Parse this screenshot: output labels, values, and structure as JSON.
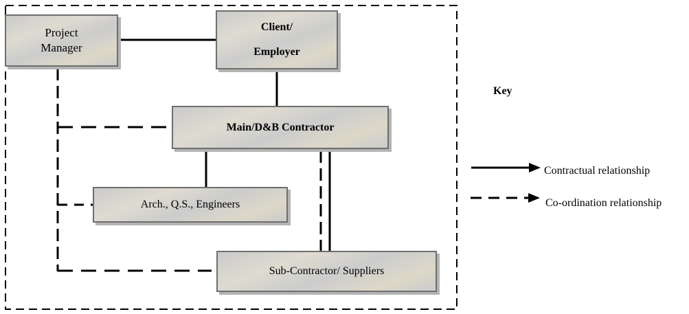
{
  "diagram": {
    "nodes": {
      "project_manager": {
        "line1": "Project",
        "line2": "Manager"
      },
      "client": {
        "line1": "Client/",
        "line2": "Employer"
      },
      "main_contractor": {
        "label": "Main/D&B Contractor"
      },
      "consultants": {
        "label": "Arch., Q.S., Engineers"
      },
      "subcontractors": {
        "label": "Sub-Contractor/ Suppliers"
      }
    },
    "edges": [
      {
        "from": "Project Manager",
        "to": "Client/Employer",
        "type": "contractual"
      },
      {
        "from": "Client/Employer",
        "to": "Main/D&B Contractor",
        "type": "contractual"
      },
      {
        "from": "Main/D&B Contractor",
        "to": "Arch., Q.S., Engineers",
        "type": "contractual"
      },
      {
        "from": "Main/D&B Contractor",
        "to": "Sub-Contractor/ Suppliers",
        "type": "contractual"
      },
      {
        "from": "Main/D&B Contractor",
        "to": "Sub-Contractor/ Suppliers",
        "type": "co-ordination"
      },
      {
        "from": "Project Manager",
        "to": "Main/D&B Contractor",
        "type": "co-ordination"
      },
      {
        "from": "Project Manager",
        "to": "Arch., Q.S., Engineers",
        "type": "co-ordination"
      },
      {
        "from": "Project Manager",
        "to": "Sub-Contractor/ Suppliers",
        "type": "co-ordination"
      }
    ],
    "key": {
      "title": "Key",
      "contractual": "Contractual relationship",
      "coordination": "Co-ordination relationship"
    }
  }
}
